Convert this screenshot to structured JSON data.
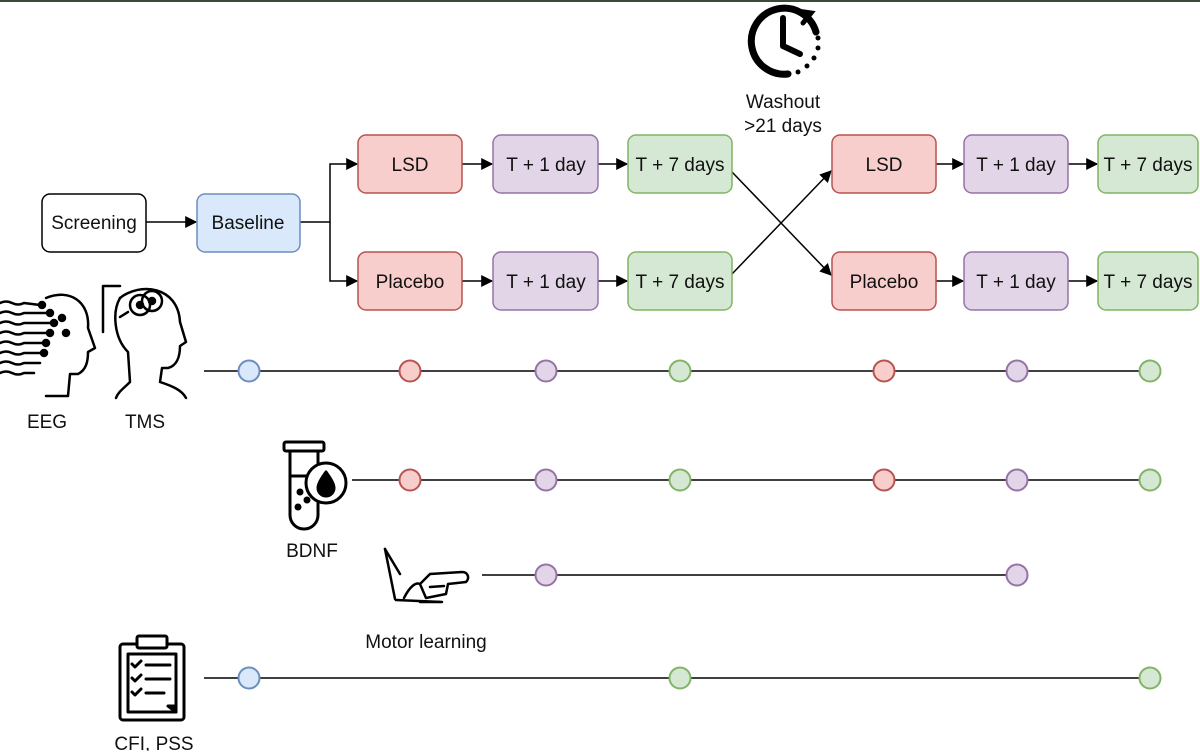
{
  "colors": {
    "screening": {
      "fill": "#ffffff",
      "stroke": "#000000"
    },
    "baseline": {
      "fill": "#dae8fc",
      "stroke": "#6c8ebf"
    },
    "drug": {
      "fill": "#f8cecc",
      "stroke": "#b85450"
    },
    "day1": {
      "fill": "#e1d5e7",
      "stroke": "#9673a6"
    },
    "day7": {
      "fill": "#d5e8d4",
      "stroke": "#82b366"
    },
    "line": "#000000"
  },
  "boxes": {
    "screening": "Screening",
    "baseline": "Baseline",
    "lsd_1": "LSD",
    "placebo_1": "Placebo",
    "t1_top_1": "T + 1 day",
    "t1_bot_1": "T + 1 day",
    "t7_top_1": "T + 7 days",
    "t7_bot_1": "T + 7 days",
    "lsd_2": "LSD",
    "placebo_2": "Placebo",
    "t1_top_2": "T + 1 day",
    "t1_bot_2": "T + 1 day",
    "t7_top_2": "T + 7 days",
    "t7_bot_2": "T + 7 days"
  },
  "washout": {
    "icon": "clock-icon",
    "line1": "Washout",
    "line2": ">21 days"
  },
  "measures": [
    {
      "key": "eeg_tms",
      "labels": [
        "EEG",
        "TMS"
      ],
      "icons": [
        "eeg-head-icon",
        "tms-head-icon"
      ],
      "timepoints": [
        "baseline",
        "lsd_1",
        "t1_1",
        "t7_1",
        "lsd_2",
        "t1_2",
        "t7_2"
      ]
    },
    {
      "key": "bdnf",
      "labels": [
        "BDNF"
      ],
      "icons": [
        "blood-tube-icon"
      ],
      "timepoints": [
        "lsd_1",
        "t1_1",
        "t7_1",
        "lsd_2",
        "t1_2",
        "t7_2"
      ]
    },
    {
      "key": "motor",
      "labels": [
        "Motor learning"
      ],
      "icons": [
        "motor-task-icon"
      ],
      "timepoints": [
        "t1_1",
        "t1_2"
      ]
    },
    {
      "key": "cfi",
      "labels": [
        "CFI, PSS"
      ],
      "icons": [
        "clipboard-icon"
      ],
      "timepoints": [
        "baseline",
        "t7_1",
        "t7_2"
      ]
    }
  ]
}
